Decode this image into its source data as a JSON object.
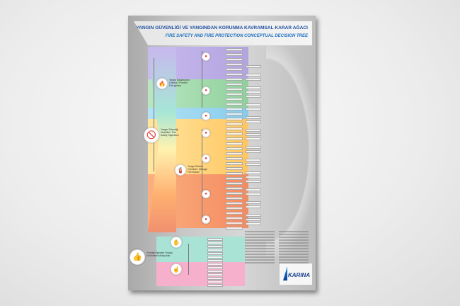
{
  "title_tr": "YANGIN GÜVENLİĞİ VE YANGINDAN KORUNMA KAVRAMSAL KARAR AĞACI",
  "title_en": "FIRE SAFETY AND FIRE PROTECTION CONCEPTUAL DECISION TREE",
  "root_label": "Yangın Güvenliği Hedefleri / Fire Safety Objectives",
  "prevent_label": "Yangın Başlangıcını Önleme / Prevent Fire Ignition",
  "manage_label": "Yangın Etkisini Yönetme / Manage Fire Impact",
  "bottom_label": "Yönetsel İşlemler Yoluyla Yürütülecek Aksiyonlar",
  "logo": "KARINA",
  "colors": {
    "purple": "#b6a6e0",
    "green": "#9ad6a6",
    "blue": "#8fd0ee",
    "yellow": "#ffd27a",
    "orange": "#f7a06a",
    "teal": "#9edfd2",
    "pink": "#f4a6c6"
  }
}
